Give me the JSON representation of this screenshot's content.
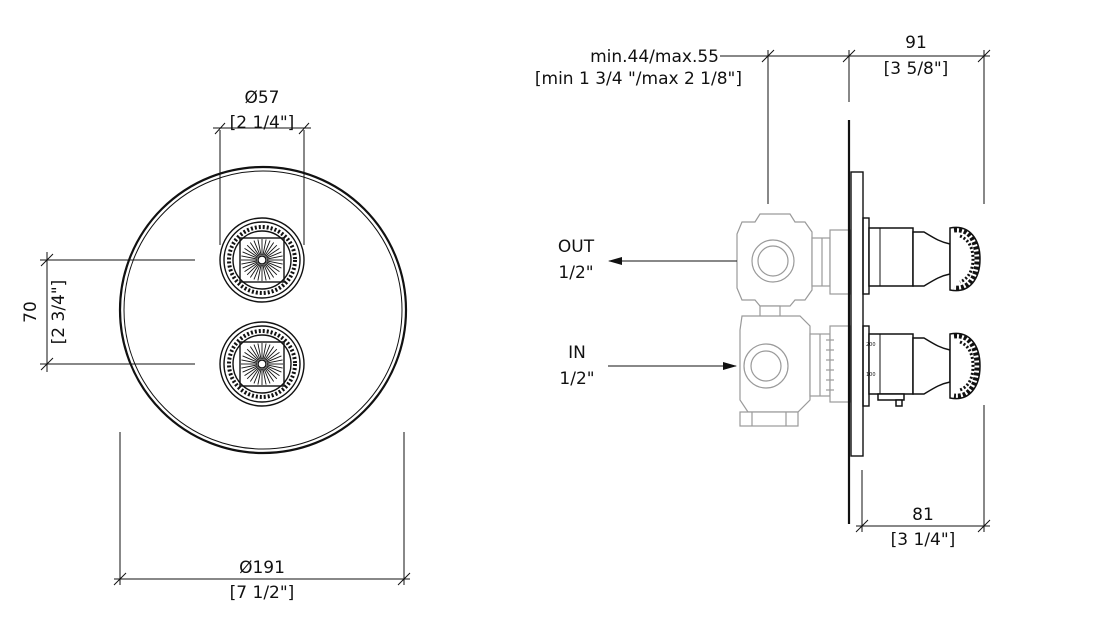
{
  "front_view": {
    "knob_diameter": {
      "metric": "Ø57",
      "imperial": "[2 1/4\"]"
    },
    "knob_spacing": {
      "metric": "70",
      "imperial": "[2 3/4\"]"
    },
    "plate_diameter": {
      "metric": "Ø191",
      "imperial": "[7 1/2\"]"
    }
  },
  "side_view": {
    "wall_depth": {
      "metric": "min.44/max.55",
      "imperial": "[min 1 3/4 \"/max 2 1/8\"]"
    },
    "projection_total": {
      "metric": "91",
      "imperial": "[3 5/8\"]"
    },
    "projection_knob": {
      "metric": "81",
      "imperial": "[3 1/4\"]"
    },
    "outlet": {
      "label": "OUT",
      "size": "1/2\""
    },
    "inlet": {
      "label": "IN",
      "size": "1/2\""
    },
    "scale_marks": [
      "200",
      "100"
    ]
  },
  "colors": {
    "line": "#111111",
    "pipe": "#9a9a9a",
    "background": "#ffffff"
  }
}
